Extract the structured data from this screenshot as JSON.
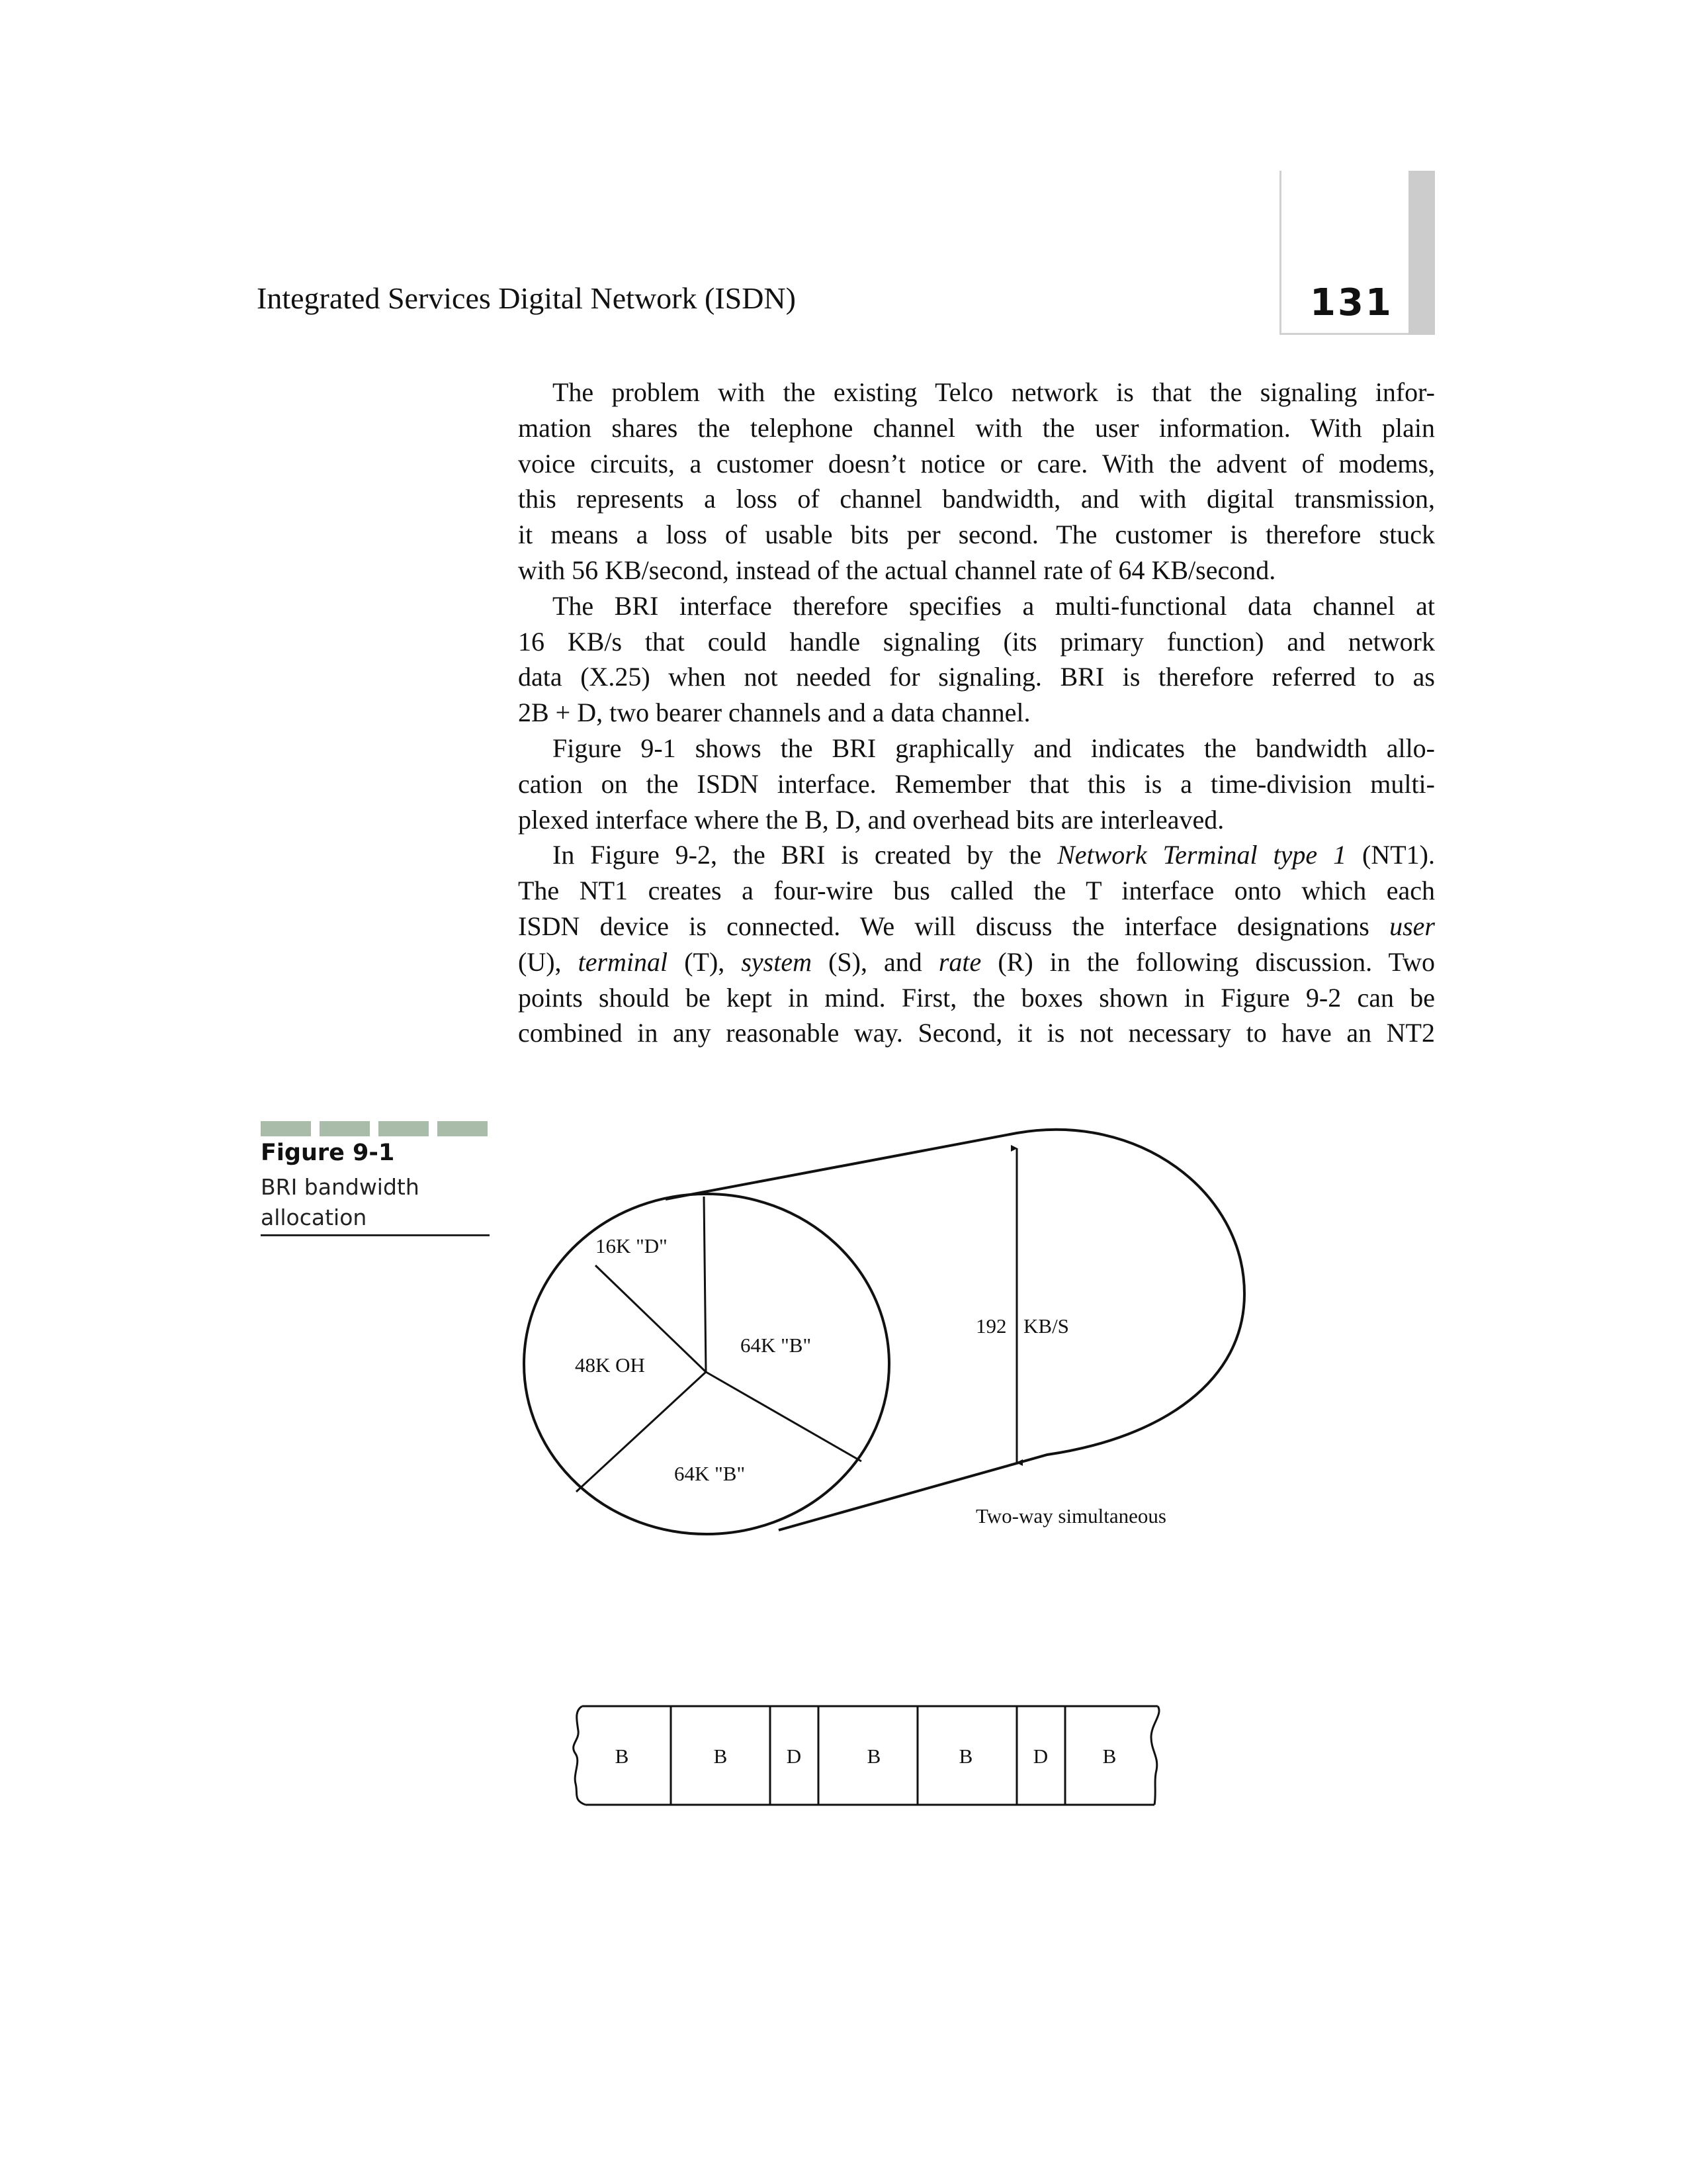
{
  "header": {
    "running_title": "Integrated Services Digital Network (ISDN)",
    "page_number": "131"
  },
  "body": {
    "lines": [
      {
        "indent": true,
        "last": false,
        "segs": [
          {
            "t": "The problem with the existing Telco network is that the signaling infor-"
          }
        ]
      },
      {
        "indent": false,
        "last": false,
        "segs": [
          {
            "t": "mation shares the telephone channel with the user information. With plain"
          }
        ]
      },
      {
        "indent": false,
        "last": false,
        "segs": [
          {
            "t": "voice circuits, a customer doesn’t notice or care. With the advent of modems,"
          }
        ]
      },
      {
        "indent": false,
        "last": false,
        "segs": [
          {
            "t": "this represents a loss of channel bandwidth, and with digital transmission,"
          }
        ]
      },
      {
        "indent": false,
        "last": false,
        "segs": [
          {
            "t": "it means a loss of usable bits per second. The customer is therefore stuck"
          }
        ]
      },
      {
        "indent": false,
        "last": true,
        "segs": [
          {
            "t": "with 56 KB/second, instead of the actual channel rate of 64 KB/second."
          }
        ]
      },
      {
        "indent": true,
        "last": false,
        "segs": [
          {
            "t": "The BRI interface therefore specifies a multi-functional data channel at"
          }
        ]
      },
      {
        "indent": false,
        "last": false,
        "segs": [
          {
            "t": "16 KB/s that could handle signaling (its primary function) and network"
          }
        ]
      },
      {
        "indent": false,
        "last": false,
        "segs": [
          {
            "t": "data (X.25) when not needed for signaling. BRI is therefore referred to as"
          }
        ]
      },
      {
        "indent": false,
        "last": true,
        "segs": [
          {
            "t": "2B + D, two bearer channels and a data channel."
          }
        ]
      },
      {
        "indent": true,
        "last": false,
        "segs": [
          {
            "t": "Figure 9-1 shows the BRI graphically and indicates the bandwidth allo-"
          }
        ]
      },
      {
        "indent": false,
        "last": false,
        "segs": [
          {
            "t": "cation on the ISDN interface. Remember that this is a time-division multi-"
          }
        ]
      },
      {
        "indent": false,
        "last": true,
        "segs": [
          {
            "t": "plexed interface where the B, D, and overhead bits are interleaved."
          }
        ]
      },
      {
        "indent": true,
        "last": false,
        "segs": [
          {
            "t": "In Figure 9-2, the BRI is created by the "
          },
          {
            "t": "Network Terminal type 1",
            "i": true
          },
          {
            "t": " (NT1)."
          }
        ]
      },
      {
        "indent": false,
        "last": false,
        "segs": [
          {
            "t": "The NT1 creates a four-wire bus called the T interface onto which each"
          }
        ]
      },
      {
        "indent": false,
        "last": false,
        "segs": [
          {
            "t": "ISDN device is connected. We will discuss the interface designations "
          },
          {
            "t": "user",
            "i": true
          }
        ]
      },
      {
        "indent": false,
        "last": false,
        "segs": [
          {
            "t": "(U), "
          },
          {
            "t": "terminal",
            "i": true
          },
          {
            "t": " (T), "
          },
          {
            "t": "system",
            "i": true
          },
          {
            "t": " (S), and "
          },
          {
            "t": "rate",
            "i": true
          },
          {
            "t": " (R) in the following discussion. Two"
          }
        ]
      },
      {
        "indent": false,
        "last": false,
        "segs": [
          {
            "t": "points should be kept in mind. First, the boxes shown in Figure 9-2 can be"
          }
        ]
      },
      {
        "indent": false,
        "last": false,
        "segs": [
          {
            "t": "combined in any reasonable way. Second, it is not necessary to have an NT2"
          }
        ]
      }
    ]
  },
  "figure": {
    "label": "Figure 9-1",
    "caption": "BRI bandwidth allocation",
    "accent_color": "#a9bcaa",
    "pie_labels": {
      "d": "16K \"D\"",
      "oh": "48K OH",
      "b1": "64K \"B\"",
      "b2": "64K \"B\""
    },
    "total_rate_num": "192",
    "total_rate_unit": "KB/S",
    "direction_note": "Two-way simultaneous",
    "frame_slots": [
      "B",
      "B",
      "D",
      "B",
      "B",
      "D",
      "B"
    ]
  }
}
